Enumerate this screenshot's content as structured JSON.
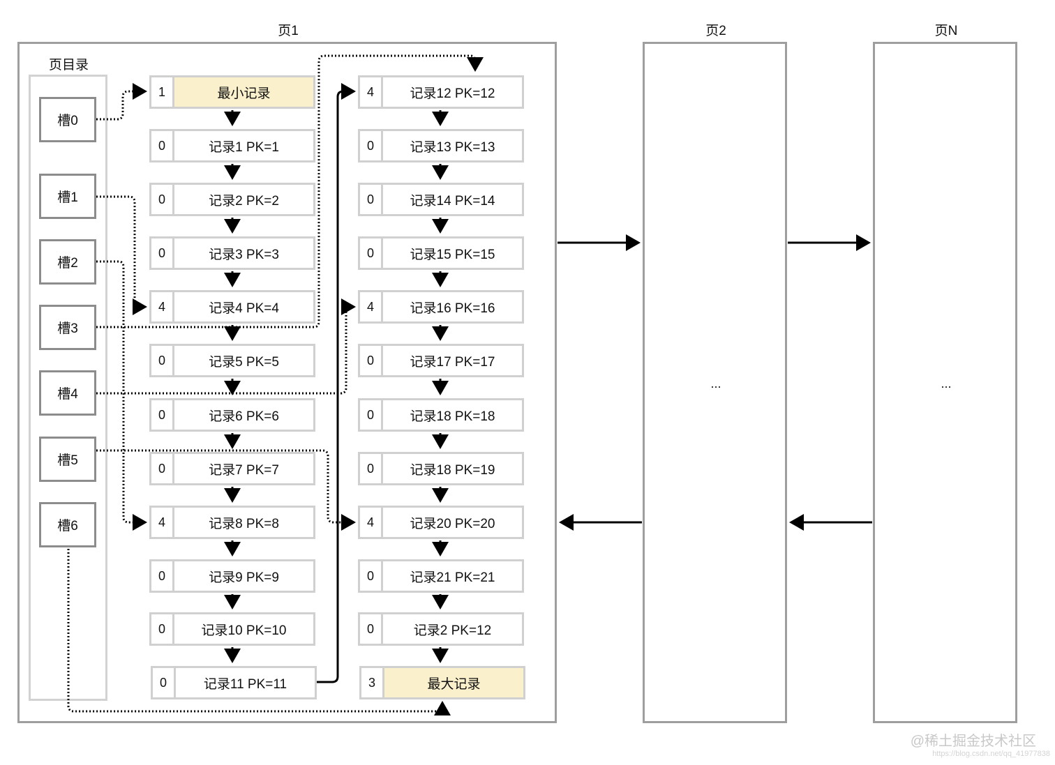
{
  "pages": [
    {
      "title": "页1"
    },
    {
      "title": "页2",
      "content": "..."
    },
    {
      "title": "页N",
      "content": "..."
    }
  ],
  "directory": {
    "label": "页目录",
    "slots": [
      "槽0",
      "槽1",
      "槽2",
      "槽3",
      "槽4",
      "槽5",
      "槽6"
    ]
  },
  "records_col1": [
    {
      "owned": "1",
      "label": "最小记录"
    },
    {
      "owned": "0",
      "label": "记录1 PK=1"
    },
    {
      "owned": "0",
      "label": "记录2 PK=2"
    },
    {
      "owned": "0",
      "label": "记录3 PK=3"
    },
    {
      "owned": "4",
      "label": "记录4 PK=4"
    },
    {
      "owned": "0",
      "label": "记录5 PK=5"
    },
    {
      "owned": "0",
      "label": "记录6 PK=6"
    },
    {
      "owned": "0",
      "label": "记录7 PK=7"
    },
    {
      "owned": "4",
      "label": "记录8 PK=8"
    },
    {
      "owned": "0",
      "label": "记录9 PK=9"
    },
    {
      "owned": "0",
      "label": "记录10 PK=10"
    },
    {
      "owned": "0",
      "label": "记录11 PK=11"
    }
  ],
  "records_col2": [
    {
      "owned": "4",
      "label": "记录12 PK=12"
    },
    {
      "owned": "0",
      "label": "记录13 PK=13"
    },
    {
      "owned": "0",
      "label": "记录14 PK=14"
    },
    {
      "owned": "0",
      "label": "记录15 PK=15"
    },
    {
      "owned": "4",
      "label": "记录16 PK=16"
    },
    {
      "owned": "0",
      "label": "记录17 PK=17"
    },
    {
      "owned": "0",
      "label": "记录18 PK=18"
    },
    {
      "owned": "0",
      "label": "记录18 PK=19"
    },
    {
      "owned": "4",
      "label": "记录20 PK=20"
    },
    {
      "owned": "0",
      "label": "记录21 PK=21"
    },
    {
      "owned": "0",
      "label": "记录2 PK=12"
    },
    {
      "owned": "3",
      "label": "最大记录"
    }
  ],
  "watermark": {
    "brand": "@稀土掘金技术社区",
    "url": "https://blog.csdn.net/qq_41977838"
  },
  "colors": {
    "special_record_fill": "#fbf0cc",
    "page_border": "#9e9e9e",
    "record_border": "#d0d0d0"
  }
}
